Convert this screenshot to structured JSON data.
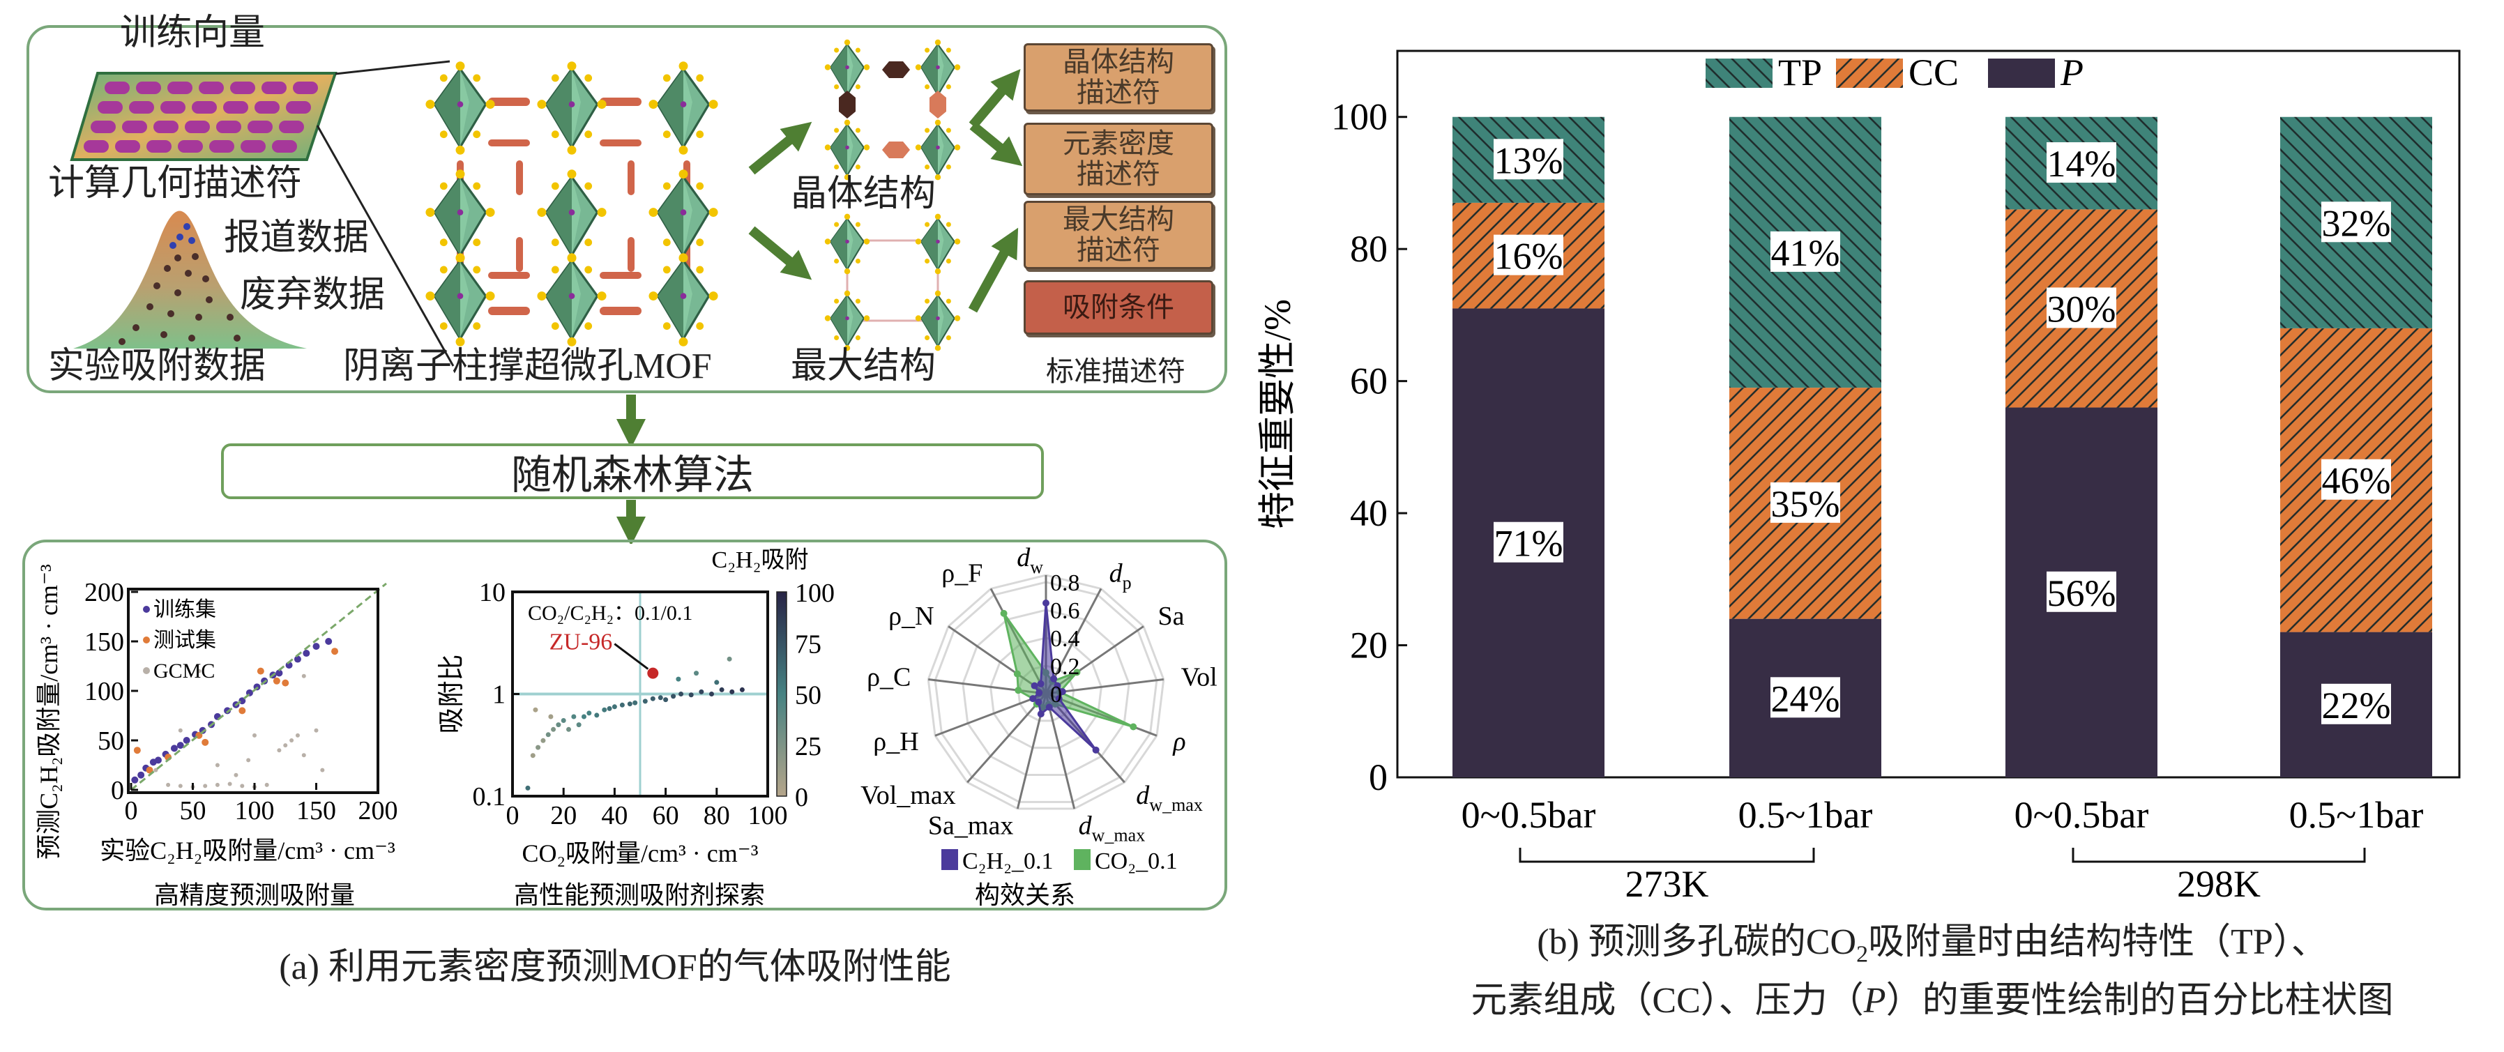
{
  "panel_a": {
    "top": {
      "training_vector": "训练向量",
      "geometry_descriptor": "计算几何描述符",
      "reported_data": "报道数据",
      "discarded_data": "废弃数据",
      "experimental_data": "实验吸附数据",
      "mof_label": "阴离子柱撑超微孔MOF",
      "crystal_structure": "晶体结构",
      "max_structure": "最大结构",
      "descriptor_boxes": [
        {
          "line1": "晶体结构",
          "line2": "描述符"
        },
        {
          "line1": "元素密度",
          "line2": "描述符"
        },
        {
          "line1": "最大结构",
          "line2": "描述符"
        },
        {
          "line1": "吸附条件"
        }
      ],
      "standard_descriptors": "标准描述符"
    },
    "algorithm": "随机森林算法",
    "caption": "(a) 利用元素密度预测MOF的气体吸附性能"
  },
  "panel_b": {
    "caption_line1_a": "(b) 预测多孔碳的CO",
    "caption_line1_sub": "2",
    "caption_line1_b": "吸附量时由结构特性（TP）、",
    "caption_line2_a": "元素组成（CC）、压力（",
    "caption_line2_italic": "P",
    "caption_line2_b": "）的重要性绘制的百分比柱状图"
  },
  "colors": {
    "frame_green": "#7aa77a",
    "arrow_green": "#4f7f33",
    "descriptor_tan": "#d9a06d",
    "descriptor_red": "#c4604a",
    "tp": "#3f8479",
    "cc": "#e07b39",
    "p": "#372d45"
  },
  "chart_data": [
    {
      "id": "feature-importance",
      "type": "bar",
      "stacked": true,
      "title": "",
      "categories": [
        "0~0.5bar",
        "0.5~1bar",
        "0~0.5bar",
        "0.5~1bar"
      ],
      "groups": [
        {
          "label": "273K",
          "categories": [
            0,
            1
          ]
        },
        {
          "label": "298K",
          "categories": [
            2,
            3
          ]
        }
      ],
      "series": [
        {
          "name": "P",
          "italic": true,
          "values": [
            71,
            24,
            56,
            22
          ],
          "color": "#372d45",
          "hatch": "none"
        },
        {
          "name": "CC",
          "values": [
            16,
            35,
            30,
            46
          ],
          "color": "#e07b39",
          "hatch": "/"
        },
        {
          "name": "TP",
          "values": [
            13,
            41,
            14,
            32
          ],
          "color": "#3f8479",
          "hatch": "\\"
        }
      ],
      "data_labels": {
        "P": [
          "71%",
          "24%",
          "56%",
          "22%"
        ],
        "CC": [
          "16%",
          "35%",
          "30%",
          "46%"
        ],
        "TP": [
          "13%",
          "41%",
          "14%",
          "32%"
        ]
      },
      "legend_order": [
        "TP",
        "CC",
        "P"
      ],
      "legend": "top",
      "xlabel": "",
      "ylabel": "特征重要性/%",
      "ylim": [
        0,
        110
      ],
      "yticks": [
        "0",
        "20",
        "40",
        "60",
        "80",
        "100"
      ],
      "grid": false
    },
    {
      "id": "prediction-accuracy",
      "type": "scatter",
      "subtitle": "高精度预测吸附量",
      "xlabel": "实验C₂H₂吸附量/cm³ · cm⁻³",
      "ylabel": "预测C₂H₂吸附量/cm³ · cm⁻³",
      "xlim": [
        0,
        200
      ],
      "ylim": [
        0,
        200
      ],
      "xticks": [
        "0",
        "50",
        "100",
        "150",
        "200"
      ],
      "yticks": [
        "0",
        "50",
        "100",
        "150",
        "200"
      ],
      "legend": "top-left",
      "series": [
        {
          "name": "训练集",
          "color": "#4b3a9c",
          "points": [
            [
              3,
              10
            ],
            [
              8,
              15
            ],
            [
              12,
              22
            ],
            [
              18,
              28
            ],
            [
              22,
              30
            ],
            [
              28,
              36
            ],
            [
              35,
              42
            ],
            [
              40,
              45
            ],
            [
              45,
              50
            ],
            [
              52,
              56
            ],
            [
              58,
              60
            ],
            [
              65,
              66
            ],
            [
              70,
              74
            ],
            [
              78,
              80
            ],
            [
              85,
              86
            ],
            [
              90,
              90
            ],
            [
              96,
              98
            ],
            [
              102,
              104
            ],
            [
              108,
              110
            ],
            [
              115,
              116
            ],
            [
              120,
              118
            ],
            [
              128,
              126
            ],
            [
              135,
              132
            ],
            [
              142,
              138
            ],
            [
              150,
              145
            ],
            [
              160,
              150
            ]
          ]
        },
        {
          "name": "测试集",
          "color": "#e07b39",
          "points": [
            [
              5,
              40
            ],
            [
              15,
              20
            ],
            [
              30,
              33
            ],
            [
              55,
              55
            ],
            [
              60,
              48
            ],
            [
              90,
              80
            ],
            [
              105,
              120
            ],
            [
              118,
              110
            ],
            [
              125,
              108
            ],
            [
              165,
              140
            ]
          ]
        },
        {
          "name": "GCMC",
          "color": "#b8b0a8",
          "points": [
            [
              20,
              20
            ],
            [
              30,
              5
            ],
            [
              40,
              4
            ],
            [
              50,
              3
            ],
            [
              60,
              4
            ],
            [
              70,
              5
            ],
            [
              80,
              6
            ],
            [
              90,
              4
            ],
            [
              100,
              3
            ],
            [
              110,
              5
            ],
            [
              120,
              40
            ],
            [
              125,
              45
            ],
            [
              130,
              50
            ],
            [
              135,
              55
            ],
            [
              140,
              35
            ],
            [
              100,
              55
            ],
            [
              95,
              30
            ],
            [
              55,
              120
            ],
            [
              40,
              60
            ],
            [
              150,
              60
            ],
            [
              155,
              20
            ],
            [
              140,
              115
            ],
            [
              70,
              25
            ],
            [
              85,
              15
            ]
          ]
        },
        {
          "name": "reference",
          "type": "line",
          "color": "#7ba86a",
          "points": [
            [
              0,
              0
            ],
            [
              200,
              200
            ]
          ]
        }
      ]
    },
    {
      "id": "adsorbent-screening",
      "type": "scatter",
      "subtitle": "高性能预测吸附剂探索",
      "xlabel": "CO₂吸附量/cm³ · cm⁻³",
      "ylabel": "吸附比",
      "xlim": [
        0,
        100
      ],
      "ylim": [
        0.1,
        10
      ],
      "yscale": "log",
      "xticks": [
        "0",
        "20",
        "40",
        "60",
        "80",
        "100"
      ],
      "yticks": [
        "0.1",
        "1",
        "10"
      ],
      "annotation": "CO₂/C₂H₂：0.1/0.1",
      "highlight": {
        "label": "ZU-96",
        "x": 55,
        "y": 1.6,
        "color": "#c62828"
      },
      "reference_lines": {
        "x": 50,
        "y": 1
      },
      "colorbar": {
        "label": "C₂H₂吸附",
        "range": [
          0,
          100
        ],
        "ticks": [
          "0",
          "25",
          "50",
          "75",
          "100"
        ]
      },
      "points": [
        [
          8,
          0.25,
          10
        ],
        [
          10,
          0.3,
          20
        ],
        [
          12,
          0.35,
          15
        ],
        [
          14,
          0.4,
          30
        ],
        [
          16,
          0.45,
          25
        ],
        [
          18,
          0.5,
          35
        ],
        [
          20,
          0.55,
          40
        ],
        [
          22,
          0.45,
          30
        ],
        [
          24,
          0.6,
          45
        ],
        [
          26,
          0.5,
          40
        ],
        [
          28,
          0.6,
          50
        ],
        [
          30,
          0.65,
          50
        ],
        [
          33,
          0.62,
          55
        ],
        [
          36,
          0.7,
          55
        ],
        [
          38,
          0.72,
          60
        ],
        [
          40,
          0.75,
          58
        ],
        [
          43,
          0.78,
          62
        ],
        [
          46,
          0.8,
          65
        ],
        [
          48,
          0.82,
          60
        ],
        [
          52,
          0.85,
          66
        ],
        [
          55,
          0.9,
          70
        ],
        [
          58,
          0.92,
          70
        ],
        [
          60,
          0.88,
          72
        ],
        [
          63,
          0.95,
          75
        ],
        [
          66,
          1.0,
          78
        ],
        [
          70,
          0.98,
          80
        ],
        [
          74,
          1.05,
          82
        ],
        [
          78,
          1.0,
          85
        ],
        [
          82,
          1.1,
          88
        ],
        [
          86,
          1.05,
          90
        ],
        [
          90,
          1.1,
          92
        ],
        [
          65,
          1.4,
          50
        ],
        [
          72,
          1.6,
          40
        ],
        [
          80,
          1.3,
          60
        ],
        [
          85,
          2.2,
          30
        ],
        [
          9,
          0.7,
          5
        ],
        [
          15,
          0.6,
          8
        ],
        [
          6,
          0.12,
          60
        ]
      ]
    },
    {
      "id": "structure-property",
      "type": "radar",
      "subtitle": "构效关系",
      "axes": [
        {
          "t": "d",
          "s": "w",
          "i": true
        },
        {
          "t": "d",
          "s": "p",
          "i": true
        },
        {
          "t": "Sa"
        },
        {
          "t": "Vol"
        },
        {
          "t": "ρ",
          "i": true
        },
        {
          "t": "d",
          "s": "w_max",
          "i": true
        },
        {
          "t": "d",
          "s": "w_max",
          "i": true
        },
        {
          "t": "Sa_max"
        },
        {
          "t": "Vol_max"
        },
        {
          "t": "ρ_H"
        },
        {
          "t": "ρ_C"
        },
        {
          "t": "ρ_N"
        },
        {
          "t": "ρ_F"
        }
      ],
      "rticks": [
        "0",
        "0.2",
        "0.4",
        "0.6",
        "0.8"
      ],
      "rmax": 0.85,
      "series": [
        {
          "name": "C₂H₂_0.1",
          "color": "#4b3a9c",
          "values": [
            0.65,
            0.12,
            0.1,
            0.12,
            0.1,
            0.54,
            0.1,
            0.15,
            0.08,
            0.1,
            0.05,
            0.1,
            0.08
          ]
        },
        {
          "name": "CO₂_0.1",
          "color": "#5fb35f",
          "values": [
            0.15,
            0.1,
            0.27,
            0.1,
            0.67,
            0.1,
            0.08,
            0.1,
            0.1,
            0.1,
            0.2,
            0.25,
            0.65
          ]
        }
      ]
    }
  ]
}
